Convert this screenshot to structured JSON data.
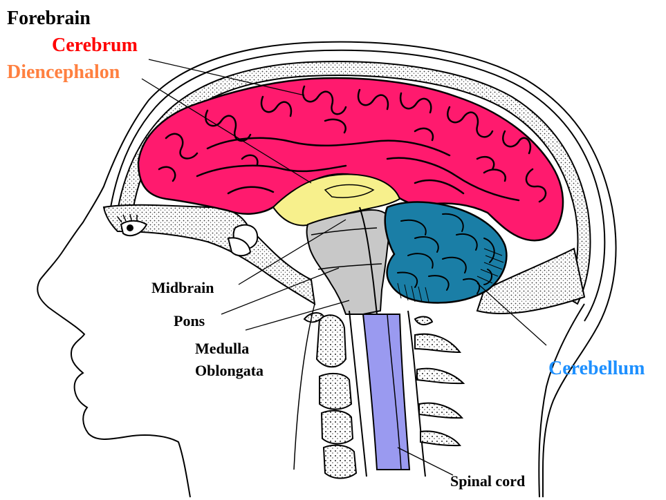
{
  "labels": {
    "forebrain": "Forebrain",
    "cerebrum": "Cerebrum",
    "diencephalon": "Diencephalon",
    "midbrain": "Midbrain",
    "pons": "Pons",
    "medulla_line1": "Medulla",
    "medulla_line2": "Oblongata",
    "cerebellum": "Cerebellum",
    "spinal_cord": "Spinal cord"
  },
  "colors": {
    "forebrain": "#000000",
    "cerebrum": "#ff0000",
    "diencephalon": "#ff8040",
    "cerebellum": "#1e90ff",
    "black_labels": "#000000",
    "cerebrum_fill": "#ff1a6e",
    "diencephalon_fill": "#f7f08c",
    "brainstem_fill": "#c8c8c8",
    "cerebellum_fill": "#1a7ea6",
    "spinal_cord_fill": "#9a9af0",
    "skull_stipple": "#6a6a6a"
  }
}
